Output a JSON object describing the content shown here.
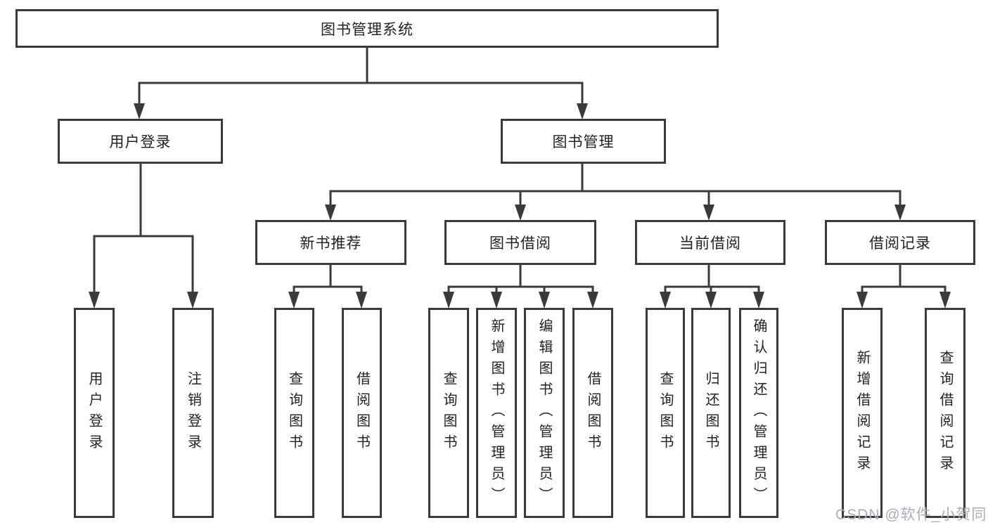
{
  "tree": {
    "root": "图书管理系统",
    "branches": [
      {
        "label": "用户登录",
        "children": [
          "用户登录",
          "注销登录"
        ]
      },
      {
        "label": "图书管理",
        "children": [
          {
            "label": "新书推荐",
            "children": [
              "查询图书",
              "借阅图书"
            ]
          },
          {
            "label": "图书借阅",
            "children": [
              "查询图书",
              "新增图书（管理员）",
              "编辑图书（管理员）",
              "借阅图书"
            ]
          },
          {
            "label": "当前借阅",
            "children": [
              "查询图书",
              "归还图书",
              "确认归还（管理员）"
            ]
          },
          {
            "label": "借阅记录",
            "children": [
              "新增借阅记录",
              "查询借阅记录"
            ]
          }
        ]
      }
    ]
  },
  "watermark": "CSDN @软件_小贺同学",
  "colors": {
    "line": "#3a3a3a",
    "text": "#222222",
    "background": "#ffffff",
    "watermark": "#a9aeb6"
  }
}
